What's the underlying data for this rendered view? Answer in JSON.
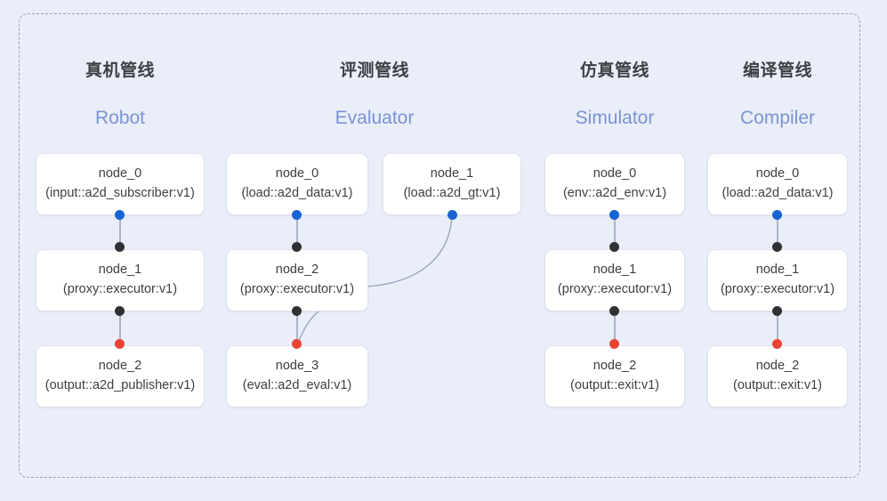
{
  "diagram": {
    "title_hidden": "",
    "background_color": "#e9eef9",
    "frame_border_color": "#9aa2b1",
    "port_colors": {
      "output": "#1763d4",
      "input": "#303134",
      "terminal": "#ea4335"
    },
    "edge_color": "#8e9bb5"
  },
  "columns": [
    {
      "cn": "真机管线",
      "en": "Robot",
      "nodes": [
        {
          "id": "node_0",
          "type": "(input::a2d_subscriber:v1)"
        },
        {
          "id": "node_1",
          "type": "(proxy::executor:v1)"
        },
        {
          "id": "node_2",
          "type": "(output::a2d_publisher:v1)"
        }
      ]
    },
    {
      "cn": "评测管线",
      "en": "Evaluator",
      "nodes": [
        {
          "id": "node_0",
          "type": "(load::a2d_data:v1)"
        },
        {
          "id": "node_1",
          "type": "(load::a2d_gt:v1)"
        },
        {
          "id": "node_2",
          "type": "(proxy::executor:v1)"
        },
        {
          "id": "node_3",
          "type": "(eval::a2d_eval:v1)"
        }
      ]
    },
    {
      "cn": "仿真管线",
      "en": "Simulator",
      "nodes": [
        {
          "id": "node_0",
          "type": "(env::a2d_env:v1)"
        },
        {
          "id": "node_1",
          "type": "(proxy::executor:v1)"
        },
        {
          "id": "node_2",
          "type": "(output::exit:v1)"
        }
      ]
    },
    {
      "cn": "编译管线",
      "en": "Compiler",
      "nodes": [
        {
          "id": "node_0",
          "type": "(load::a2d_data:v1)"
        },
        {
          "id": "node_1",
          "type": "(proxy::executor:v1)"
        },
        {
          "id": "node_2",
          "type": "(output::exit:v1)"
        }
      ]
    }
  ]
}
